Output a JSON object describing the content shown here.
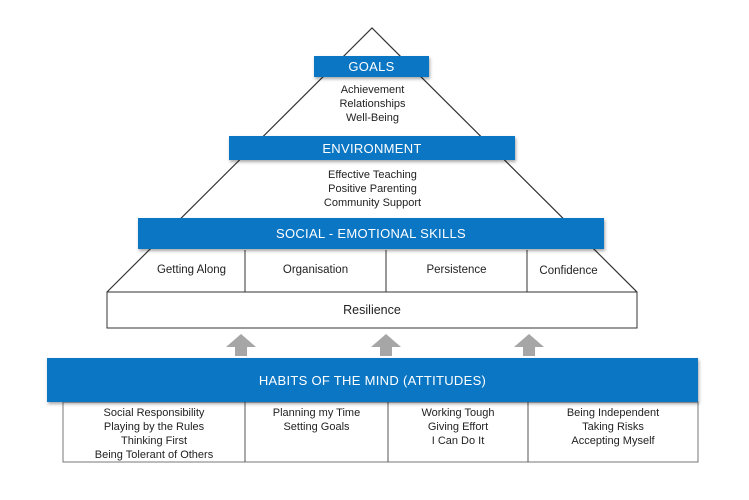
{
  "goals": {
    "title": "GOALS",
    "items": [
      "Achievement",
      "Relationships",
      "Well-Being"
    ]
  },
  "environment": {
    "title": "ENVIRONMENT",
    "items": [
      "Effective Teaching",
      "Positive Parenting",
      "Community Support"
    ]
  },
  "social_emotional": {
    "title": "SOCIAL - EMOTIONAL SKILLS",
    "skills": [
      "Getting Along",
      "Organisation",
      "Persistence",
      "Confidence"
    ]
  },
  "resilience": {
    "label": "Resilience"
  },
  "habits": {
    "title": "HABITS OF THE MIND (ATTITUDES)",
    "columns": [
      [
        "Social Responsibility",
        "Playing by the Rules",
        "Thinking First",
        "Being Tolerant of Others"
      ],
      [
        "Planning my Time",
        "Setting Goals"
      ],
      [
        "Working Tough",
        "Giving Effort",
        "I Can Do It"
      ],
      [
        "Being Independent",
        "Taking Risks",
        "Accepting Myself"
      ]
    ]
  },
  "colors": {
    "banner": "#0a76c4",
    "outline": "#333333",
    "arrow": "#a6a6a6",
    "text": "#222222"
  }
}
